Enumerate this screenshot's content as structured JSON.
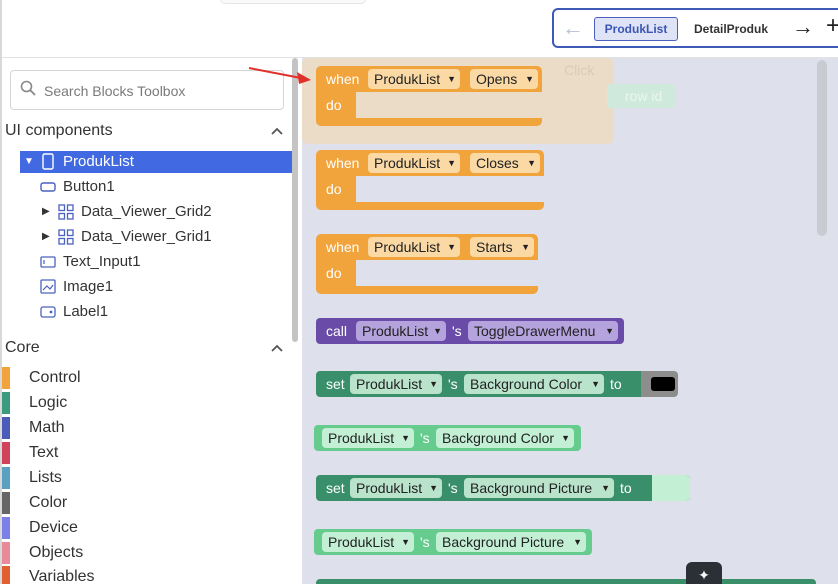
{
  "screen_nav": {
    "back_icon": "arrow-left-icon",
    "active_screen": "ProdukList",
    "other_screen": "DetailProduk",
    "forward_icon": "arrow-right-icon",
    "add_icon": "plus-icon"
  },
  "search": {
    "placeholder": "Search Blocks Toolbox"
  },
  "ui_components": {
    "header": "UI components",
    "items": [
      {
        "label": "ProdukList",
        "icon": "screen-icon",
        "selected": true,
        "expanded": true
      },
      {
        "label": "Button1",
        "icon": "button-icon"
      },
      {
        "label": "Data_Viewer_Grid2",
        "icon": "grid-icon",
        "collapsed": true
      },
      {
        "label": "Data_Viewer_Grid1",
        "icon": "grid-icon",
        "collapsed": true
      },
      {
        "label": "Text_Input1",
        "icon": "text-input-icon"
      },
      {
        "label": "Image1",
        "icon": "image-icon"
      },
      {
        "label": "Label1",
        "icon": "label-icon"
      }
    ]
  },
  "core": {
    "header": "Core",
    "items": [
      {
        "label": "Control",
        "color": "#f1a33c"
      },
      {
        "label": "Logic",
        "color": "#3a9b7e"
      },
      {
        "label": "Math",
        "color": "#4a5cb8"
      },
      {
        "label": "Text",
        "color": "#d1435a"
      },
      {
        "label": "Lists",
        "color": "#5aa0c0"
      },
      {
        "label": "Color",
        "color": "#666666"
      },
      {
        "label": "Device",
        "color": "#7b7fe8"
      },
      {
        "label": "Objects",
        "color": "#e88a9a"
      },
      {
        "label": "Variables",
        "color": "#e06030"
      }
    ]
  },
  "blocks": {
    "ghost_click": "Click",
    "ghost_row_id": "row id",
    "when": "when",
    "do": "do",
    "component": "ProdukList",
    "event_opens": "Opens",
    "event_closes": "Closes",
    "event_starts": "Starts",
    "call": "call",
    "possessive": "'s",
    "method_toggle": "ToggleDrawerMenu",
    "set": "set",
    "to": "to",
    "prop_bg_color": "Background Color",
    "prop_bg_picture": "Background Picture",
    "color_value": "#000000"
  },
  "colors": {
    "event": "#f1a33c",
    "method": "#6a4ca8",
    "setter": "#3a8f6b",
    "getter": "#66cc8e",
    "selection": "#4169e1",
    "accent": "#3e5ab7"
  }
}
